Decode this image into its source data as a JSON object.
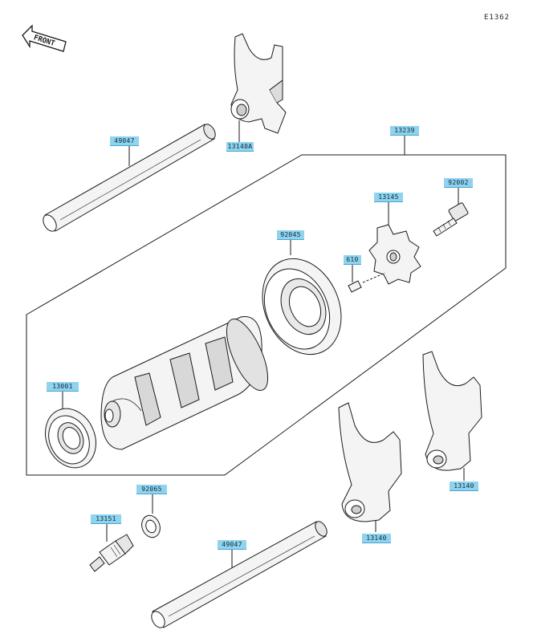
{
  "figure": {
    "id": "E1362",
    "front_label": "FRONT"
  },
  "parts": [
    {
      "key": "fork-top",
      "label": "13140A"
    },
    {
      "key": "shaft-left",
      "label": "49047"
    },
    {
      "key": "drum-assembly",
      "label": "13239"
    },
    {
      "key": "bolt",
      "label": "92002"
    },
    {
      "key": "star-wheel",
      "label": "13145"
    },
    {
      "key": "bearing-large",
      "label": "92045"
    },
    {
      "key": "pin",
      "label": "610"
    },
    {
      "key": "bearing-small",
      "label": "13001"
    },
    {
      "key": "fork-right",
      "label": "13140"
    },
    {
      "key": "washer",
      "label": "92065"
    },
    {
      "key": "sensor",
      "label": "13151"
    },
    {
      "key": "fork-middle",
      "label": "13140"
    },
    {
      "key": "shaft-bottom",
      "label": "49047"
    }
  ],
  "colors": {
    "callout_fill": "#8fd3ef",
    "line": "#1a1a1a",
    "part_fill": "#f4f4f4",
    "part_shade": "#cfcfcf"
  }
}
